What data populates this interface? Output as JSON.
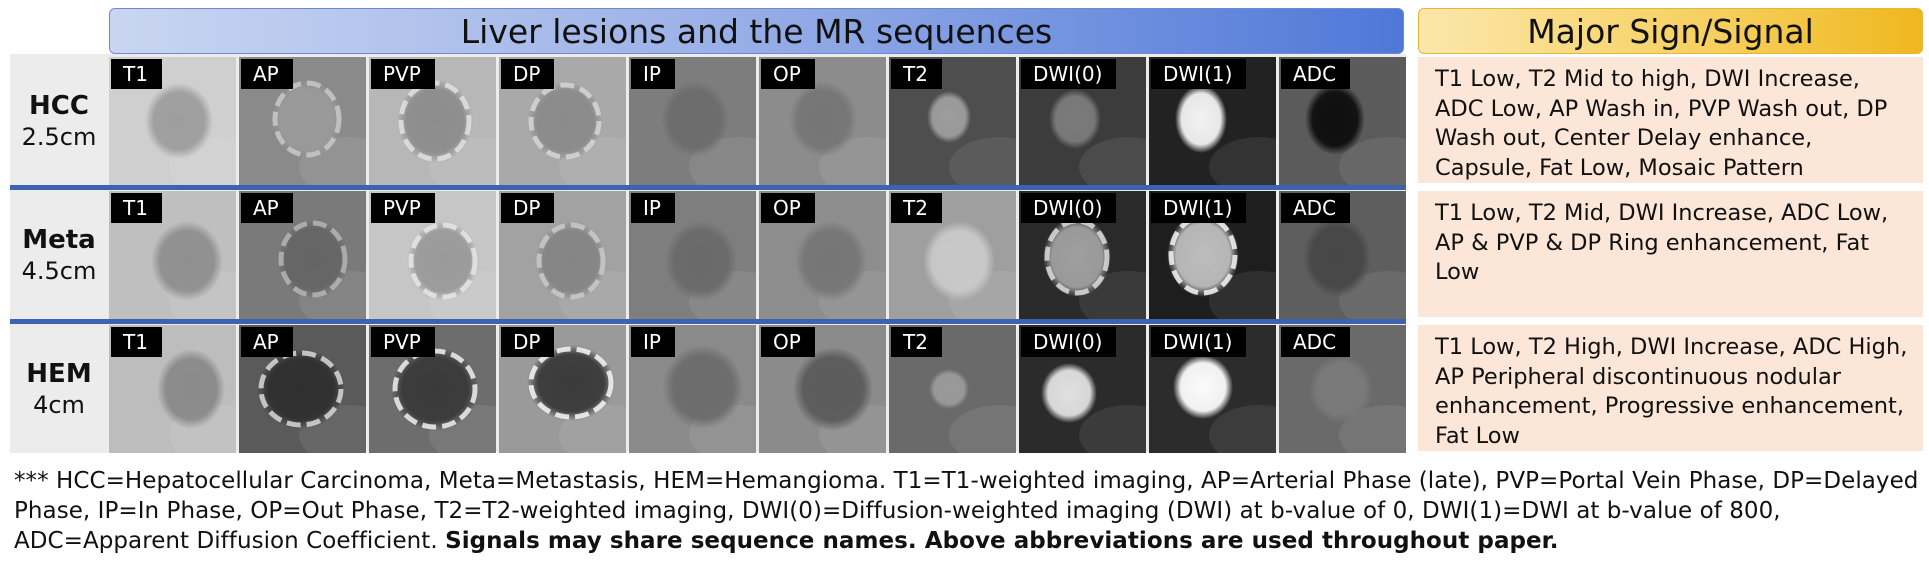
{
  "header": {
    "sequences_title": "Liver lesions and the MR sequences",
    "signs_title": "Major Sign/Signal"
  },
  "rows": [
    {
      "lesion": "HCC",
      "size": "2.5cm",
      "sign": "T1 Low, T2 Mid to high, DWI Increase, ADC Low,  AP Wash in, PVP Wash out, DP Wash out, Center Delay enhance, Capsule, Fat Low, Mosaic Pattern"
    },
    {
      "lesion": "Meta",
      "size": "4.5cm",
      "sign": "T1 Low, T2 Mid, DWI Increase, ADC Low, AP & PVP & DP Ring enhancement, Fat Low"
    },
    {
      "lesion": "HEM",
      "size": "4cm",
      "sign": "T1 Low, T2 High, DWI Increase, ADC High, AP Peripheral discontinuous nodular enhancement, Progressive enhancement, Fat Low"
    }
  ],
  "sequences": [
    "T1",
    "AP",
    "PVP",
    "DP",
    "IP",
    "OP",
    "T2",
    "DWI(0)",
    "DWI(1)",
    "ADC"
  ],
  "footnote": {
    "text": "*** HCC=Hepatocellular Carcinoma, Meta=Metastasis, HEM=Hemangioma. T1=T1-weighted imaging, AP=Arterial Phase (late), PVP=Portal Vein Phase, DP=Delayed Phase, IP=In Phase, OP=Out Phase, T2=T2-weighted imaging, DWI(0)=Diffusion-weighted imaging (DWI) at b-value of 0, DWI(1)=DWI at b-value of 800, ADC=Apparent Diffusion Coefficient. ",
    "bold": "Signals may share sequence names. Above abbreviations are used throughout paper."
  },
  "colors": {
    "sequence_banner": "#4f78d8",
    "sign_banner": "#f0b71e",
    "sign_panel": "#fbe6d7",
    "row_separator": "#3d63b0"
  }
}
